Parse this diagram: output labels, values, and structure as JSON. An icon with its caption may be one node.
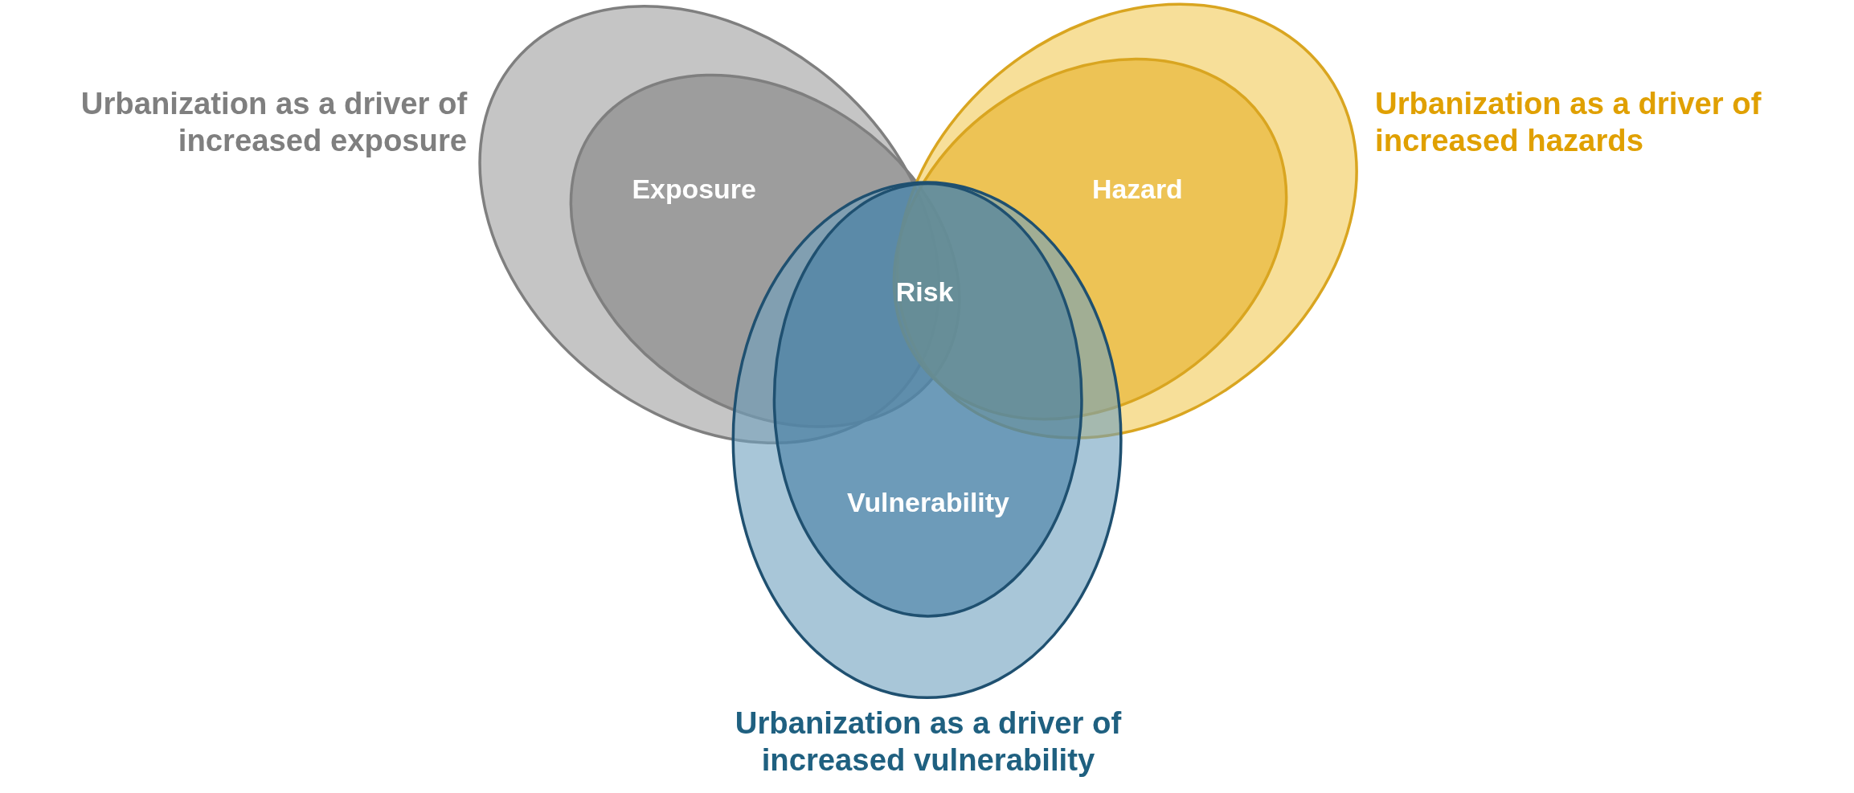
{
  "diagram": {
    "nodes": [
      {
        "text": [
          "Urbanization as a driver of increased exposure"
        ]
      },
      {
        "text": [
          "Exposure"
        ],
        "in": 0
      },
      {
        "text": [
          "Urbanization as a driver of increased hazards"
        ]
      },
      {
        "text": [
          "Hazard"
        ],
        "in": 2
      },
      {
        "text": [
          "Urbanization as a driver of increased vulnerability"
        ]
      },
      {
        "text": [
          "Vulnerability"
        ],
        "in": 4
      }
    ],
    "labels": [
      "Risk"
    ]
  }
}
